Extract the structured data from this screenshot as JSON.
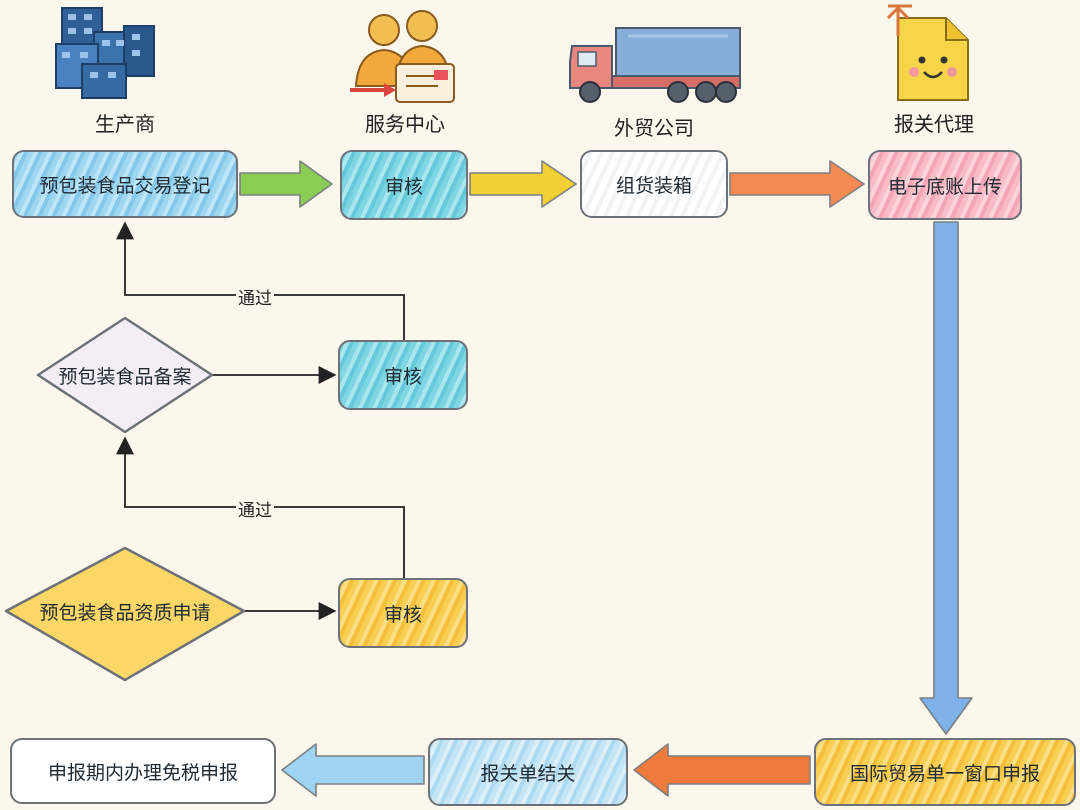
{
  "lanes": {
    "producer": "生产商",
    "service_center": "服务中心",
    "trade_company": "外贸公司",
    "customs_agent": "报关代理"
  },
  "nodes": {
    "trade_registration": "预包装食品交易登记",
    "review_top": "审核",
    "consolidation": "组货装箱",
    "electronic_ledger": "电子底账上传",
    "filing": "预包装食品备案",
    "review_middle": "审核",
    "qualification_application": "预包装食品资质申请",
    "review_bottom": "审核",
    "single_window": "国际贸易单一窗口申报",
    "customs_closure": "报关单结关",
    "tax_exemption": "申报期内办理免税申报"
  },
  "edge_labels": {
    "pass_upper": "通过",
    "pass_lower": "通过"
  },
  "icons": {
    "producer": "factory-buildings-icon",
    "service_center": "people-with-document-icon",
    "trade_company": "truck-icon",
    "customs_agent": "smiling-document-upload-icon"
  }
}
